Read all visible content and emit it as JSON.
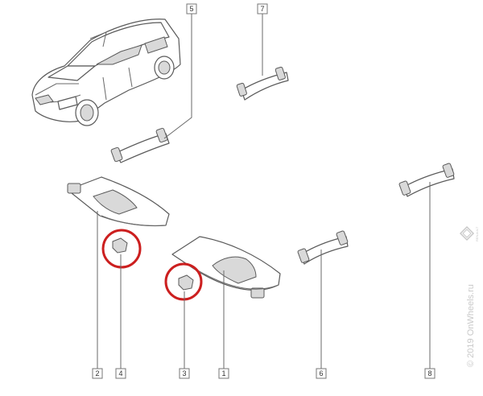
{
  "callouts": {
    "c1": "1",
    "c2": "2",
    "c3": "3",
    "c4": "4",
    "c5": "5",
    "c6": "6",
    "c7": "7",
    "c8": "8"
  },
  "watermark": {
    "text": "© 2019 OnWheels.ru",
    "logo_text": "RENAULT"
  },
  "colors": {
    "highlight": "#cc1f1f",
    "line": "#5a5a5a"
  }
}
